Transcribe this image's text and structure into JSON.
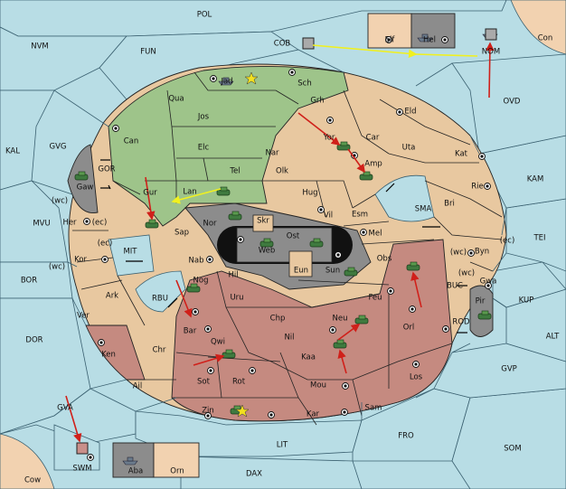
{
  "map": {
    "regions": [
      {
        "id": "POL",
        "label": "POL"
      },
      {
        "id": "NVM",
        "label": "NVM"
      },
      {
        "id": "FUN",
        "label": "FUN"
      },
      {
        "id": "COB",
        "label": "COB"
      },
      {
        "id": "Elf",
        "label": "Elf"
      },
      {
        "id": "Hel",
        "label": "Hel"
      },
      {
        "id": "NOM",
        "label": "NOM"
      },
      {
        "id": "Con",
        "label": "Con"
      },
      {
        "id": "OVD",
        "label": "OVD"
      },
      {
        "id": "Jad",
        "label": "Jad"
      },
      {
        "id": "Sch",
        "label": "Sch"
      },
      {
        "id": "Qua",
        "label": "Qua"
      },
      {
        "id": "Jos",
        "label": "Jos"
      },
      {
        "id": "Grh",
        "label": "Grh"
      },
      {
        "id": "Eld",
        "label": "Eld"
      },
      {
        "id": "Car",
        "label": "Car"
      },
      {
        "id": "Can",
        "label": "Can"
      },
      {
        "id": "Elc",
        "label": "Elc"
      },
      {
        "id": "Nar",
        "label": "Nar"
      },
      {
        "id": "Yor",
        "label": "Yor"
      },
      {
        "id": "Uta",
        "label": "Uta"
      },
      {
        "id": "Kat",
        "label": "Kat"
      },
      {
        "id": "KAL",
        "label": "KAL"
      },
      {
        "id": "GVG",
        "label": "GVG"
      },
      {
        "id": "GOR",
        "label": "GOR"
      },
      {
        "id": "Tel",
        "label": "Tel"
      },
      {
        "id": "Olk",
        "label": "Olk"
      },
      {
        "id": "Amp",
        "label": "Amp"
      },
      {
        "id": "KAM",
        "label": "KAM"
      },
      {
        "id": "Gaw",
        "label": "Gaw"
      },
      {
        "id": "Gur",
        "label": "Gur"
      },
      {
        "id": "Lan",
        "label": "Lan"
      },
      {
        "id": "Hug",
        "label": "Hug"
      },
      {
        "id": "Rie",
        "label": "Rie"
      },
      {
        "id": "Bri",
        "label": "Bri"
      },
      {
        "id": "SMA",
        "label": "SMA"
      },
      {
        "id": "wc1",
        "label": "(wc)"
      },
      {
        "id": "Her",
        "label": "Her"
      },
      {
        "id": "ec1",
        "label": "(ec)"
      },
      {
        "id": "MVU",
        "label": "MVU"
      },
      {
        "id": "Nor",
        "label": "Nor"
      },
      {
        "id": "Vil",
        "label": "Vil"
      },
      {
        "id": "Esm",
        "label": "Esm"
      },
      {
        "id": "Sap",
        "label": "Sap"
      },
      {
        "id": "Skr",
        "label": "Skr"
      },
      {
        "id": "Ost",
        "label": "Ost"
      },
      {
        "id": "Mel",
        "label": "Mel"
      },
      {
        "id": "TEI",
        "label": "TEI"
      },
      {
        "id": "ec2",
        "label": "(ec)"
      },
      {
        "id": "Web",
        "label": "Web"
      },
      {
        "id": "wc3",
        "label": "(wc)"
      },
      {
        "id": "Byn",
        "label": "Byn"
      },
      {
        "id": "ec3",
        "label": "(ec)"
      },
      {
        "id": "MIT",
        "label": "MIT"
      },
      {
        "id": "Kor",
        "label": "Kor"
      },
      {
        "id": "wc2",
        "label": "(wc)"
      },
      {
        "id": "Nab",
        "label": "Nab"
      },
      {
        "id": "Obs",
        "label": "Obs"
      },
      {
        "id": "Gwa",
        "label": "Gwa"
      },
      {
        "id": "wc4",
        "label": "(wc)"
      },
      {
        "id": "Eun",
        "label": "Eun"
      },
      {
        "id": "Sun",
        "label": "Sun"
      },
      {
        "id": "Hil",
        "label": "Hil"
      },
      {
        "id": "BOR",
        "label": "BOR"
      },
      {
        "id": "BUC",
        "label": "BUC"
      },
      {
        "id": "KUP",
        "label": "KUP"
      },
      {
        "id": "RBU",
        "label": "RBU"
      },
      {
        "id": "Nog",
        "label": "Nog"
      },
      {
        "id": "Ark",
        "label": "Ark"
      },
      {
        "id": "Uru",
        "label": "Uru"
      },
      {
        "id": "Feu",
        "label": "Feu"
      },
      {
        "id": "Pir",
        "label": "Pir"
      },
      {
        "id": "Ver",
        "label": "Ver"
      },
      {
        "id": "Chp",
        "label": "Chp"
      },
      {
        "id": "Neu",
        "label": "Neu"
      },
      {
        "id": "Orl",
        "label": "Orl"
      },
      {
        "id": "ROD",
        "label": "ROD"
      },
      {
        "id": "Bar",
        "label": "Bar"
      },
      {
        "id": "DOR",
        "label": "DOR"
      },
      {
        "id": "Nil",
        "label": "Nil"
      },
      {
        "id": "ALT",
        "label": "ALT"
      },
      {
        "id": "Qwi",
        "label": "Qwi"
      },
      {
        "id": "Ken",
        "label": "Ken"
      },
      {
        "id": "Chr",
        "label": "Chr"
      },
      {
        "id": "Kaa",
        "label": "Kaa"
      },
      {
        "id": "GVP",
        "label": "GVP"
      },
      {
        "id": "Los",
        "label": "Los"
      },
      {
        "id": "Sot",
        "label": "Sot"
      },
      {
        "id": "Rot",
        "label": "Rot"
      },
      {
        "id": "Ail",
        "label": "Ail"
      },
      {
        "id": "Mou",
        "label": "Mou"
      },
      {
        "id": "GVA",
        "label": "GVA"
      },
      {
        "id": "Sam",
        "label": "Sam"
      },
      {
        "id": "Zin",
        "label": "Zin"
      },
      {
        "id": "Kar",
        "label": "Kar"
      },
      {
        "id": "FRO",
        "label": "FRO"
      },
      {
        "id": "LIT",
        "label": "LIT"
      },
      {
        "id": "SOM",
        "label": "SOM"
      },
      {
        "id": "SWM",
        "label": "SWM"
      },
      {
        "id": "Aba",
        "label": "Aba"
      },
      {
        "id": "Orn",
        "label": "Orn"
      },
      {
        "id": "DAX",
        "label": "DAX"
      },
      {
        "id": "Cow",
        "label": "Cow"
      }
    ],
    "colors": {
      "sea": "#b8dde5",
      "tan": "#e8c8a0",
      "green": "#9ec48a",
      "red": "#c58a80",
      "gray": "#8c8c8c",
      "order_move": "#d0201a",
      "order_convoy": "#f0f020"
    }
  }
}
